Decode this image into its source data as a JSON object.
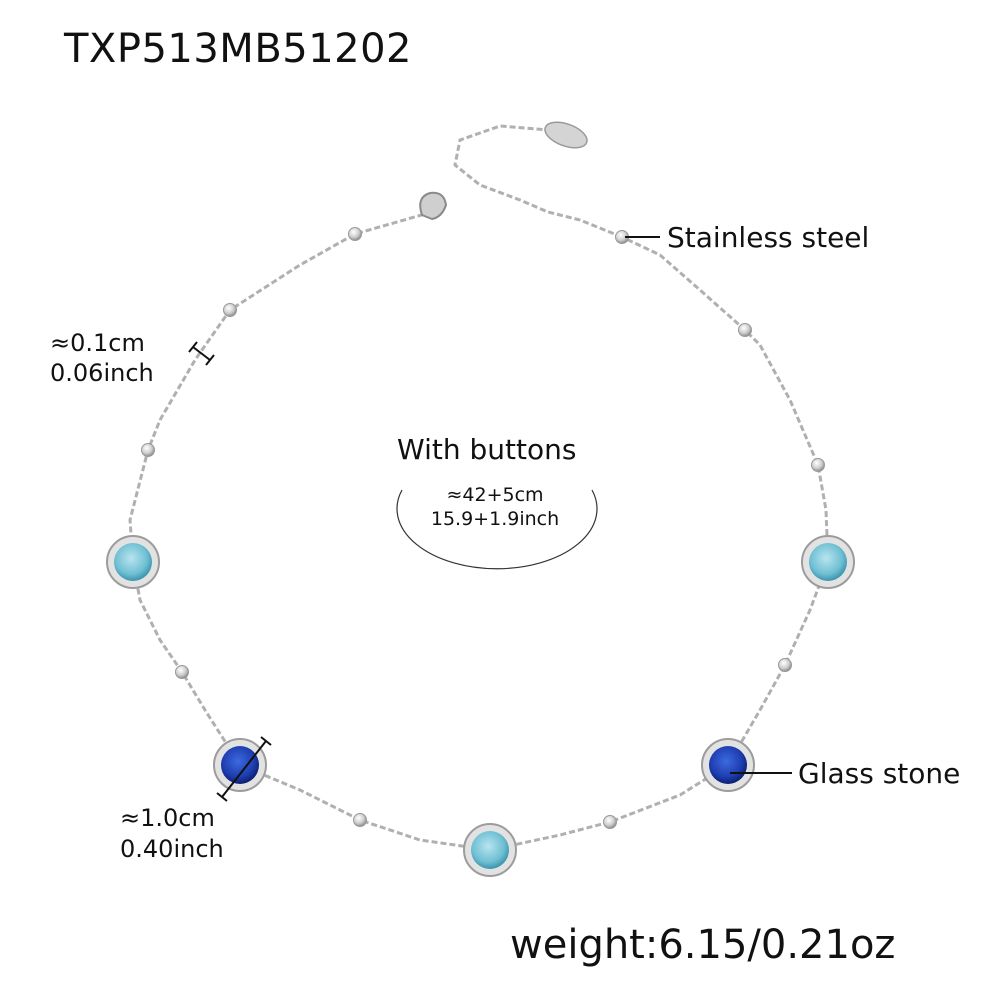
{
  "product": {
    "sku": "TXP513MB51202",
    "weight": "weight:6.15/0.21oz"
  },
  "annotations": {
    "material": "Stainless steel",
    "stone": "Glass stone",
    "chain_width_cm": "≈0.1cm",
    "chain_width_inch": "0.06inch",
    "stone_size_cm": "≈1.0cm",
    "stone_size_inch": "0.40inch",
    "length_title": "With buttons",
    "length_cm": "≈42+5cm",
    "length_inch": "15.9+1.9inch"
  },
  "colors": {
    "background": "#ffffff",
    "chain": "#b8b8b8",
    "bezel": "#c9c9c9",
    "stone_light_blue": "#7fc6d8",
    "stone_dark_blue": "#1f3fb0",
    "text": "#111111"
  }
}
